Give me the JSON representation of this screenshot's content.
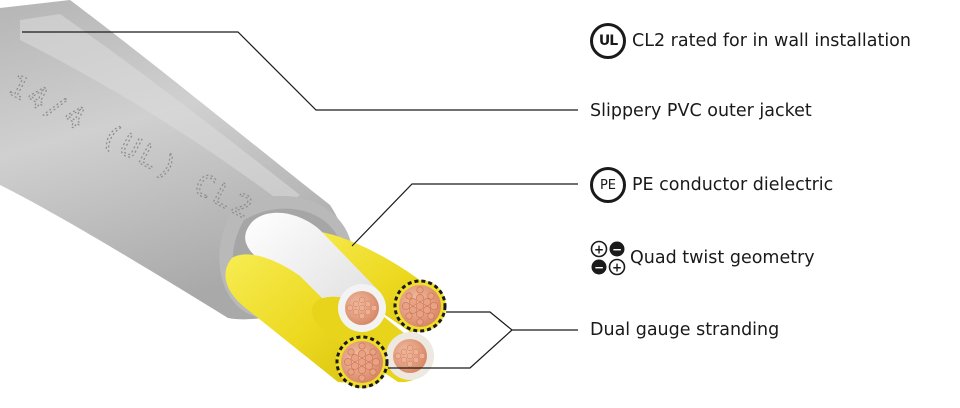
{
  "features": {
    "ul_rating": {
      "badge_text": "UL",
      "label": "CL2 rated for in wall installation"
    },
    "outer_jacket": {
      "label": "Slippery PVC outer jacket"
    },
    "dielectric": {
      "badge_text": "PE",
      "label": "PE conductor dielectric"
    },
    "twist": {
      "label": "Quad twist geometry",
      "symbols": [
        "+",
        "−",
        "−",
        "+"
      ]
    },
    "stranding": {
      "label": "Dual gauge stranding"
    }
  },
  "jacket_print": "14/4 (UL) CL2",
  "icons": {
    "ul_rating": "ul-logo-icon",
    "dielectric": "pe-circle-icon",
    "twist": "plus-minus-quad-icon"
  },
  "colors": {
    "jacket": "#c4c4c4",
    "conductor_yellow": "#f2e02e",
    "conductor_white": "#f0f0f0",
    "copper": "#e59a7a",
    "line": "#1a1a1a"
  }
}
